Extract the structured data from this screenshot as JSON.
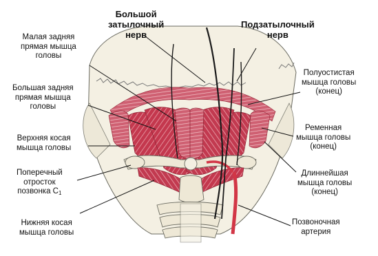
{
  "labels": {
    "greater_occipital_nerve": {
      "line1": "Большой",
      "line2": "затылочный",
      "line3": "нерв"
    },
    "suboccipital_nerve": {
      "line1": "Подзатылочный",
      "line2": "нерв"
    },
    "rectus_capitis_posterior_minor": {
      "line1": "Малая задняя",
      "line2": "прямая мышца",
      "line3": "головы"
    },
    "rectus_capitis_posterior_major": {
      "line1": "Большая задняя",
      "line2": "прямая мышца",
      "line3": "головы"
    },
    "obliquus_capitis_superior": {
      "line1": "Верхняя косая",
      "line2": "мышца головы"
    },
    "transverse_process_c1": {
      "line1": "Поперечный",
      "line2": "отросток",
      "line3": "позвонка C",
      "sub": "1"
    },
    "obliquus_capitis_inferior": {
      "line1": "Нижняя косая",
      "line2": "мышца головы"
    },
    "semispinalis_capitis": {
      "line1": "Полуостистая",
      "line2": "мышца головы",
      "line3": "(конец)"
    },
    "splenius_capitis": {
      "line1": "Ременная",
      "line2": "мышца головы",
      "line3": "(конец)"
    },
    "longissimus_capitis": {
      "line1": "Длиннейшая",
      "line2": "мышца головы",
      "line3": "(конец)"
    },
    "vertebral_artery": {
      "line1": "Позвоночная",
      "line2": "артерия"
    }
  }
}
